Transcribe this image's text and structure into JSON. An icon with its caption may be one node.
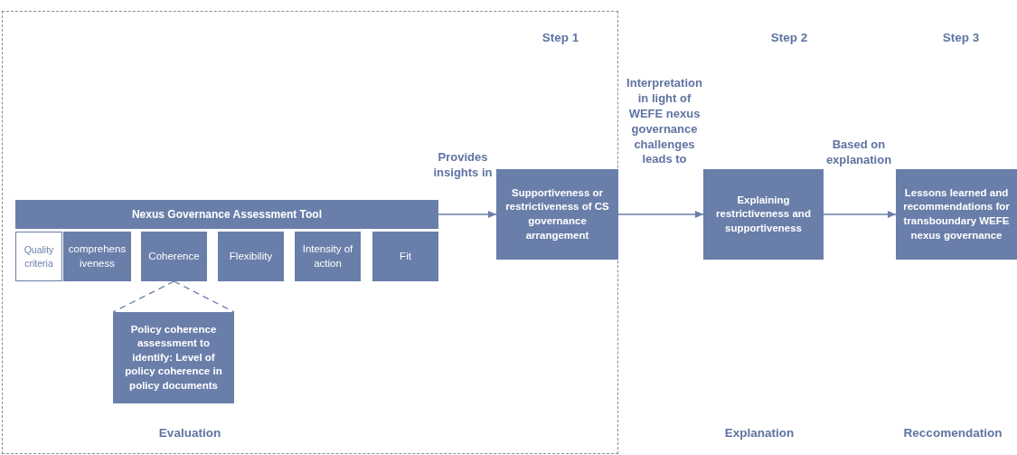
{
  "diagram": {
    "nodes": [
      {
        "text": [],
        "shape": "box"
      },
      {
        "text": [
          "Nexus Governance Assessment Tool"
        ],
        "in": 0
      },
      {
        "text": [
          "Quality criteria"
        ],
        "in": 0
      },
      {
        "text": [
          "comprehensiveness"
        ],
        "in": 0
      },
      {
        "text": [
          "Coherence"
        ],
        "in": 0
      },
      {
        "text": [
          "Flexibility"
        ],
        "in": 0
      },
      {
        "text": [
          "Intensity of action"
        ],
        "in": 0
      },
      {
        "text": [
          "Fit"
        ],
        "in": 0
      },
      {
        "text": [
          "Policy coherence assessment to identify: Level of policy coherence in policy documents"
        ],
        "in": 0
      },
      {
        "text": [
          "Supportiveness or restrictiveness of CS governance arrangement"
        ],
        "in": 0
      },
      {
        "text": [
          "Explaining restrictiveness and supportiveness"
        ]
      },
      {
        "text": [
          "Lessons learned and recommendations for transboundary WEFE nexus governance"
        ]
      }
    ],
    "edges": [
      {
        "from": 1,
        "to": 9,
        "arrow": "to",
        "label": "Provides insights in"
      },
      {
        "from": 9,
        "to": 10,
        "arrow": "to",
        "label": "Interpretation in light of WEFE nexus governance challenges leads to"
      },
      {
        "from": 10,
        "to": 11,
        "arrow": "to",
        "label": "Based on explanation"
      },
      {
        "from": 4,
        "to": 8,
        "arrow": "none",
        "style": "dashed"
      }
    ],
    "labels": [
      "Step 1",
      "Step 2",
      "Step 3",
      "Evaluation",
      "Explanation",
      "Reccomendation"
    ]
  }
}
